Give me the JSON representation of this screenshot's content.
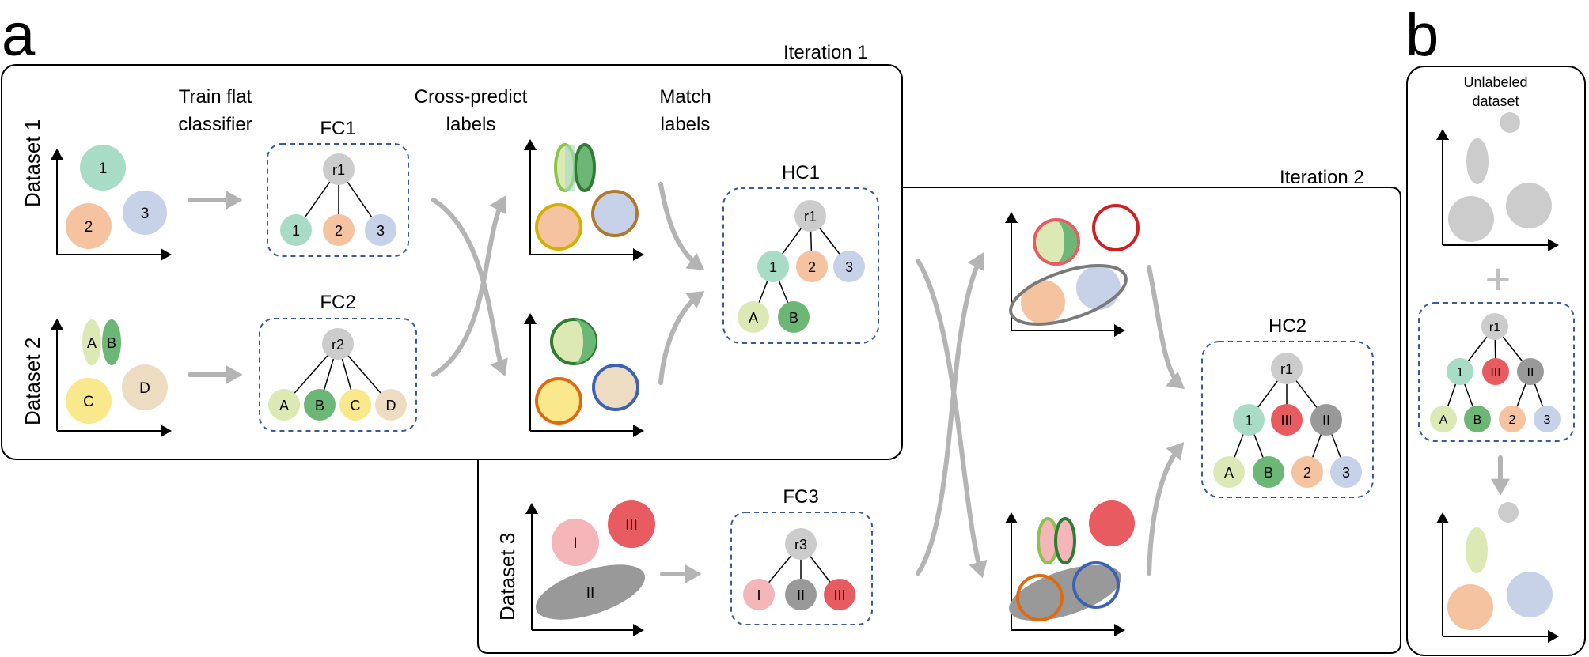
{
  "panels": {
    "a_letter": "a",
    "b_letter": "b"
  },
  "iterations": {
    "iter1": "Iteration 1",
    "iter2": "Iteration 2"
  },
  "datasets": {
    "d1": "Dataset 1",
    "d2": "Dataset 2",
    "d3": "Dataset 3",
    "unlabeled_line1": "Unlabeled",
    "unlabeled_line2": "dataset"
  },
  "steps": {
    "train_line1": "Train flat",
    "train_line2": "classifier",
    "cross_line1": "Cross-predict",
    "cross_line2": "labels",
    "match_line1": "Match",
    "match_line2": "labels"
  },
  "classifiers": {
    "fc1": "FC1",
    "fc2": "FC2",
    "fc3": "FC3",
    "hc1": "HC1",
    "hc2": "HC2"
  },
  "nodes": {
    "r1": "r1",
    "r2": "r2",
    "r3": "r3",
    "n1": "1",
    "n2": "2",
    "n3": "3",
    "A": "A",
    "B": "B",
    "C": "C",
    "D": "D",
    "I": "I",
    "II": "II",
    "III": "III"
  },
  "plus": "+",
  "colors": {
    "c1": "#a8dcc6",
    "c2": "#f6c3a0",
    "c3": "#c7d1e7",
    "cA": "#dce9b5",
    "cB": "#6db776",
    "cC": "#f9e88c",
    "cD": "#eddcc2",
    "cI": "#f4b6b9",
    "cII": "#999999",
    "cIII": "#e85b60",
    "root": "#cccccc",
    "arrow": "#b4b4b4",
    "dash": "#3a5a99"
  }
}
